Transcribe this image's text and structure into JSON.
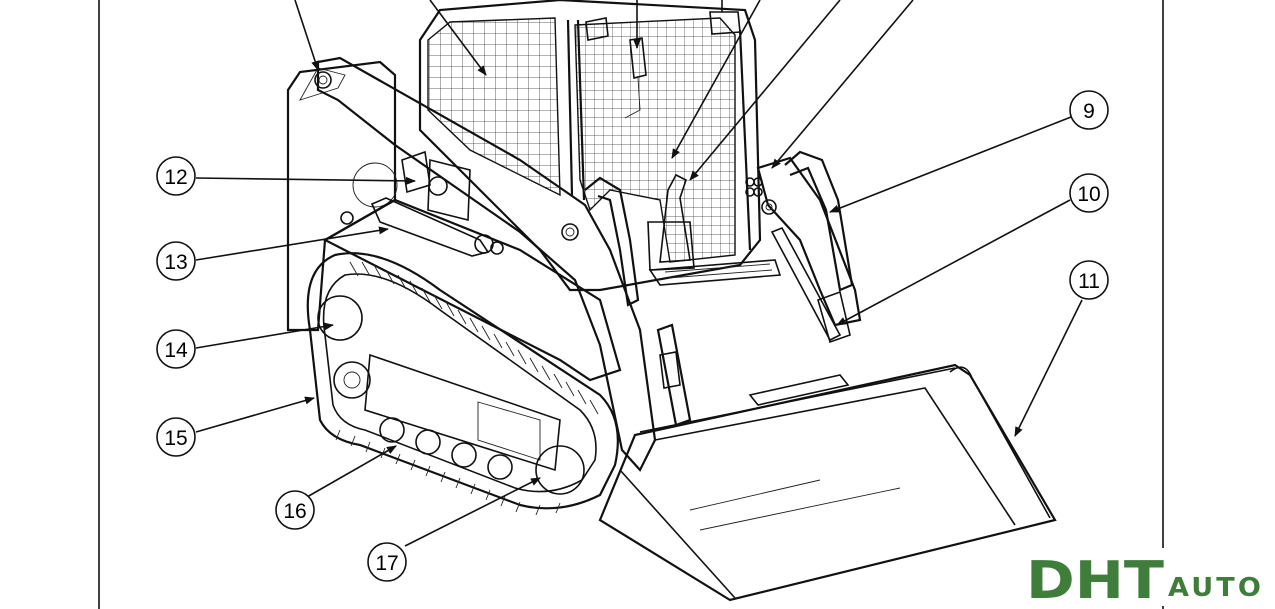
{
  "diagram": {
    "callouts": [
      {
        "label": "9"
      },
      {
        "label": "10"
      },
      {
        "label": "11"
      },
      {
        "label": "12"
      },
      {
        "label": "13"
      },
      {
        "label": "14"
      },
      {
        "label": "15"
      },
      {
        "label": "16"
      },
      {
        "label": "17"
      }
    ]
  },
  "watermark": {
    "brand_main": "DHT",
    "brand_sub": "AUTO",
    "color": "#3e7d3a"
  }
}
